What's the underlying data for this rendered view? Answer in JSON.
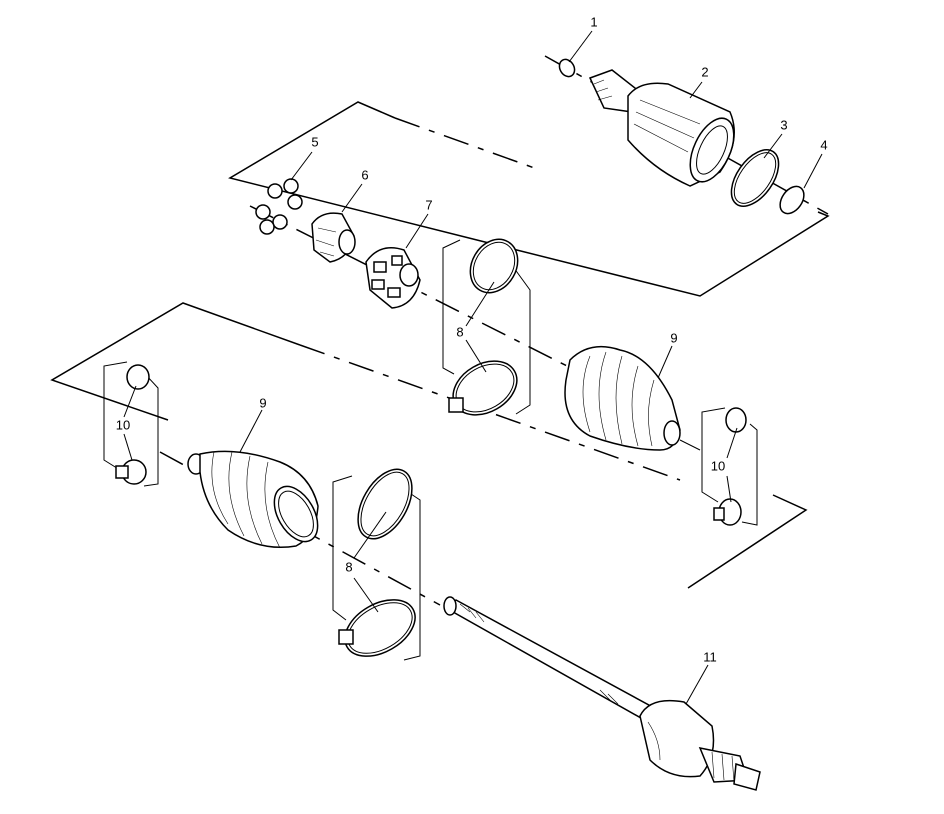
{
  "callouts": {
    "p1": "1",
    "p2": "2",
    "p3": "3",
    "p4": "4",
    "p5": "5",
    "p6": "6",
    "p7": "7",
    "p8_upper": "8",
    "p9_upper": "9",
    "p10_right": "10",
    "p10_left": "10",
    "p9_lower": "9",
    "p8_lower": "8",
    "p11": "11"
  }
}
